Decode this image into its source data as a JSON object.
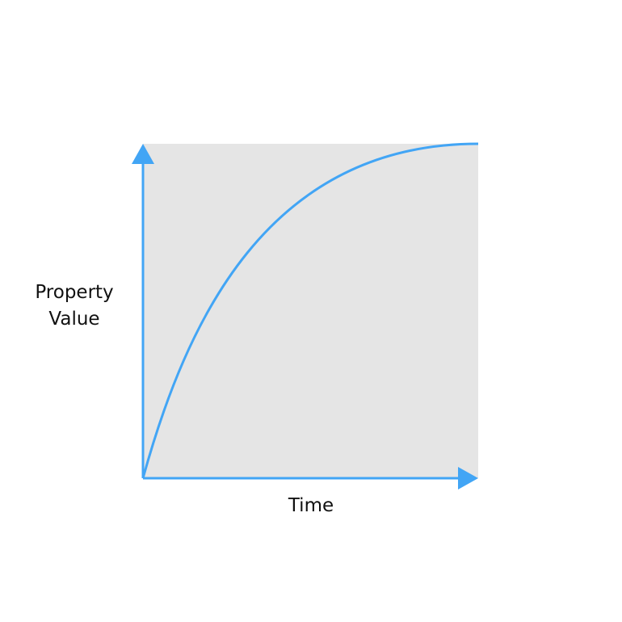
{
  "diagram": {
    "y_axis_label_line1": "Property",
    "y_axis_label_line2": "Value",
    "x_axis_label": "Time",
    "curve_type": "ease-out",
    "colors": {
      "plot_background": "#e5e5e5",
      "axis": "#42a5f5",
      "curve": "#42a5f5",
      "text": "#111111",
      "page_background": "#ffffff"
    }
  }
}
